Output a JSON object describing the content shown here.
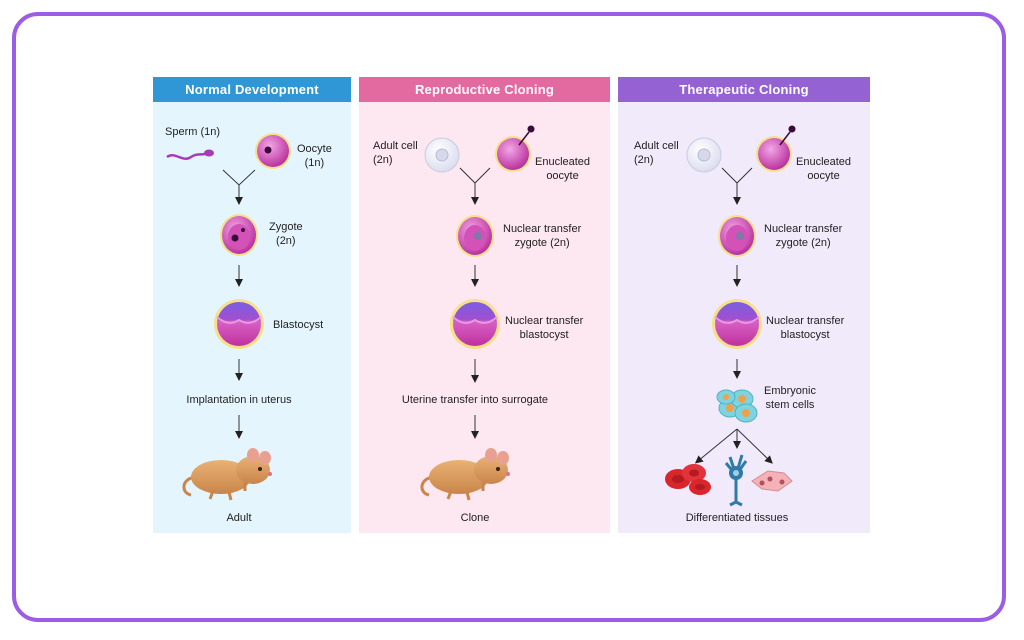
{
  "colors": {
    "frame": "#9b5de5",
    "normal_header": "#2f97d6",
    "normal_bg": "#e5f5fd",
    "repro_header": "#e36aa0",
    "repro_bg": "#fde7f0",
    "thera_header": "#9462d3",
    "thera_bg": "#f0eafb",
    "cell_magenta": "#c735a8",
    "halo": "#f6e08a"
  },
  "columns": [
    {
      "header": "Normal Development",
      "labels": {
        "sperm": "Sperm (1n)",
        "oocyte": "Oocyte\n(1n)",
        "zygote": "Zygote\n(2n)",
        "blastocyst": "Blastocyst",
        "step": "Implantation in uterus",
        "result": "Adult"
      }
    },
    {
      "header": "Reproductive Cloning",
      "labels": {
        "adult_cell": "Adult cell\n(2n)",
        "oocyte": "Enucleated\noocyte",
        "zygote": "Nuclear transfer\nzygote (2n)",
        "blastocyst": "Nuclear transfer\nblastocyst",
        "step": "Uterine transfer into surrogate",
        "result": "Clone"
      }
    },
    {
      "header": "Therapeutic Cloning",
      "labels": {
        "adult_cell": "Adult cell\n(2n)",
        "oocyte": "Enucleated\noocyte",
        "zygote": "Nuclear transfer\nzygote (2n)",
        "blastocyst": "Nuclear transfer\nblastocyst",
        "stem": "Embryonic\nstem cells",
        "result": "Differentiated tissues"
      }
    }
  ],
  "icons": {
    "sperm": "sperm-icon",
    "oocyte": "oocyte-icon",
    "adult_cell": "adult-cell-icon",
    "zygote": "zygote-icon",
    "blastocyst": "blastocyst-icon",
    "mouse": "mouse-icon",
    "stem_cells": "stem-cells-icon",
    "red_blood_cells": "red-blood-cells-icon",
    "neuron": "neuron-icon",
    "muscle_cells": "muscle-cells-icon"
  }
}
